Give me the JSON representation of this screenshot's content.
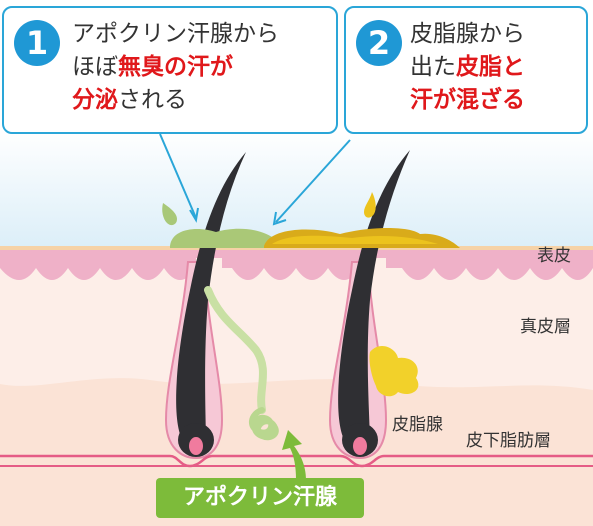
{
  "callout1": {
    "number": "1",
    "line1": "アポクリン汗腺から",
    "line2_plain": "ほぼ",
    "line2_red": "無臭の汗が",
    "line3_red": "分泌",
    "line3_plain": "される"
  },
  "callout2": {
    "number": "2",
    "line1": "皮脂腺から",
    "line2_plain": "出た",
    "line2_red": "皮脂と",
    "line3_red": "汗が混ざる"
  },
  "labels": {
    "epidermis": "表皮",
    "dermis": "真皮層",
    "sebaceous_gland": "皮脂腺",
    "subcutaneous_fat": "皮下脂肪層",
    "apocrine_gland": "アポクリン汗腺"
  },
  "colors": {
    "callout_border": "#2aa6d8",
    "number_badge": "#1f98d5",
    "highlight_red": "#e0181b",
    "label_green": "#7dbb3a",
    "sweat": "#9cc56b",
    "sebum": "#ecc31d"
  }
}
